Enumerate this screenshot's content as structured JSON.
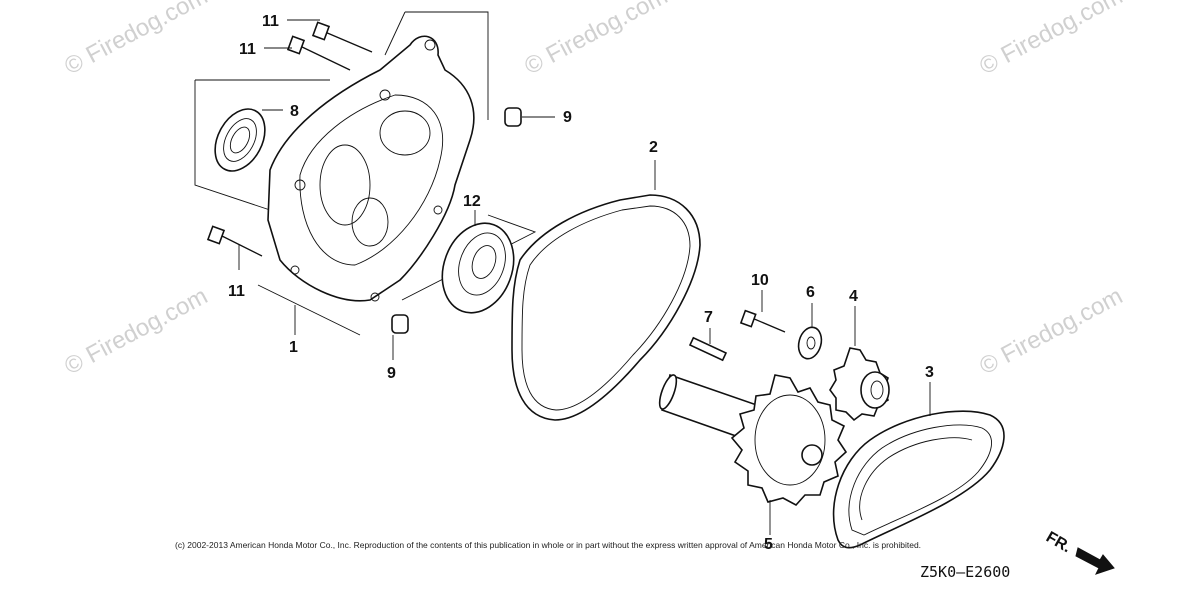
{
  "watermark": "© Firedog.com",
  "callouts": {
    "p1": "1",
    "p2": "2",
    "p3": "3",
    "p4": "4",
    "p5": "5",
    "p6": "6",
    "p7": "7",
    "p8": "8",
    "p9a": "9",
    "p9b": "9",
    "p10": "10",
    "p11a": "11",
    "p11b": "11",
    "p11c": "11",
    "p12": "12"
  },
  "copyright": "(c) 2002-2013 American Honda Motor Co., Inc. Reproduction of the contents of this publication in whole or in part without the express written approval of American Honda Motor Co., Inc. is prohibited.",
  "diagram_code": "Z5K0—E2600",
  "direction_label": "FR."
}
